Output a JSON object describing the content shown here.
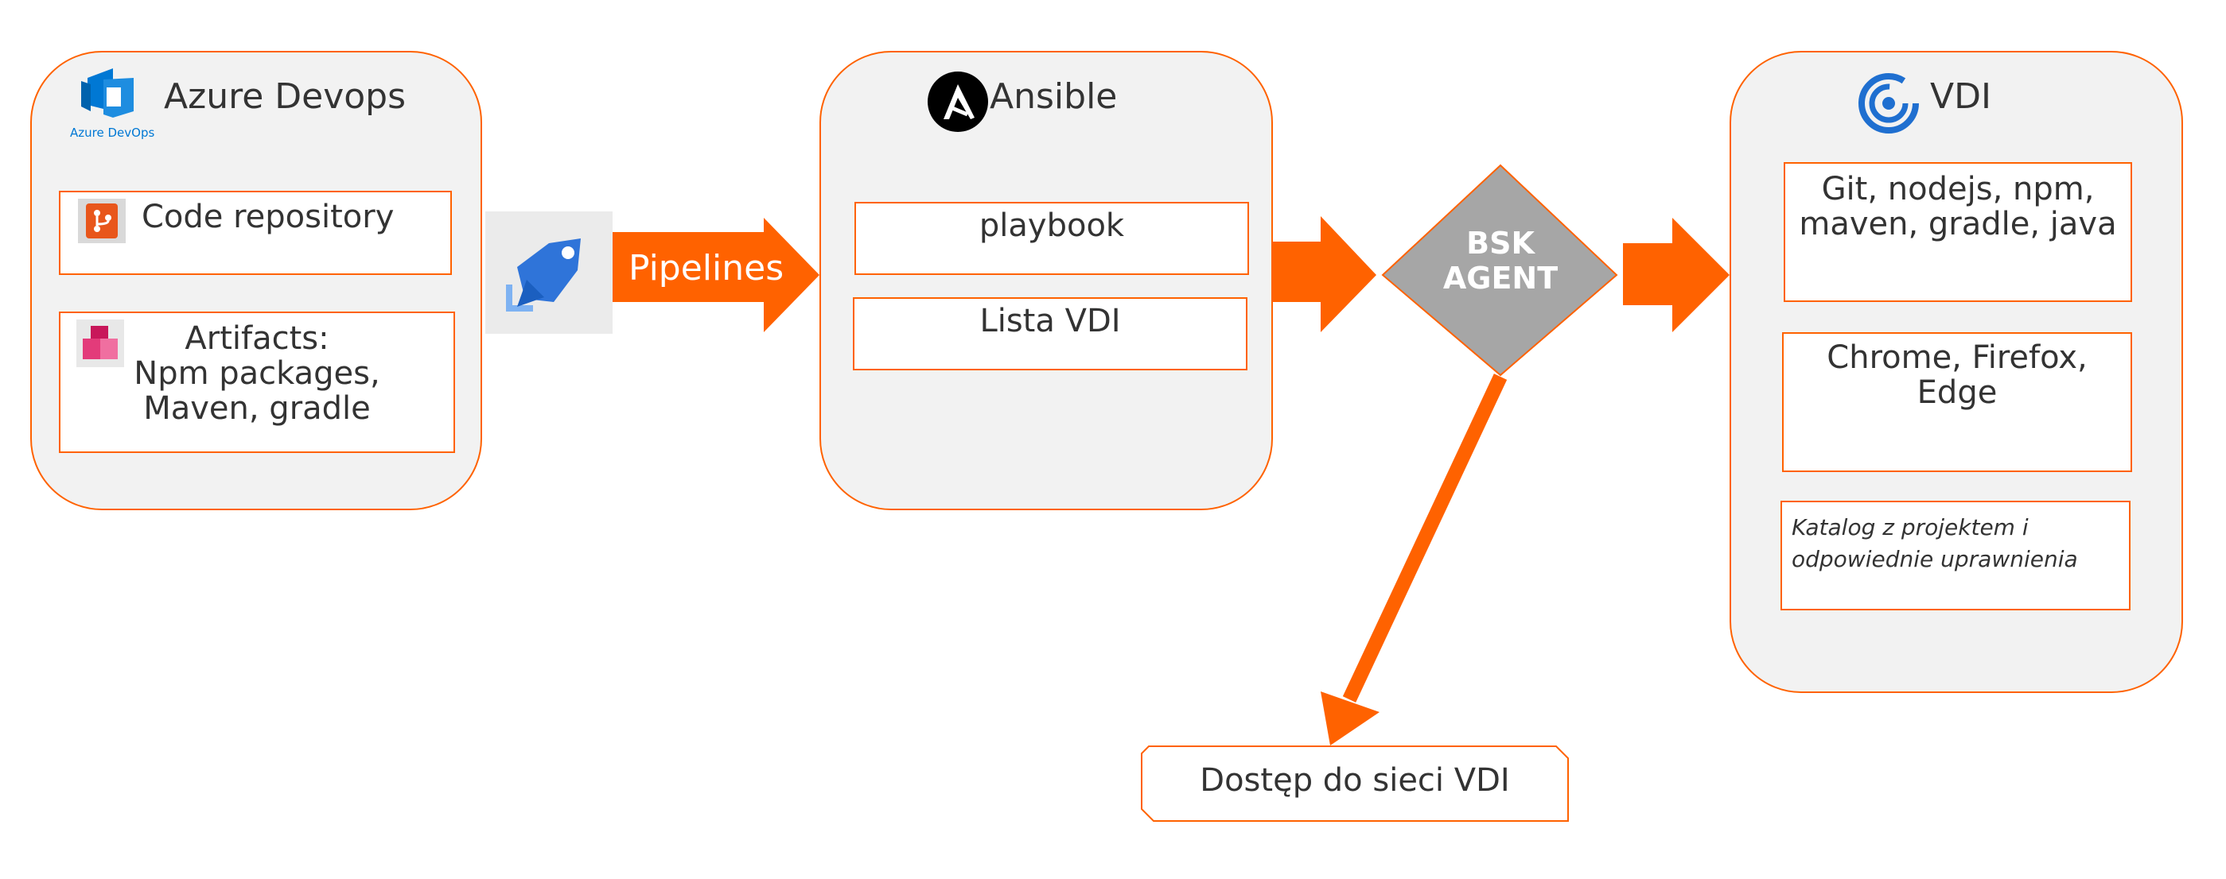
{
  "colors": {
    "accent": "#ff6200",
    "group_fill": "#f2f2f2",
    "diamond": "#a6a6a6",
    "text": "#333333",
    "azure_blue": "#0078d4"
  },
  "azure": {
    "title": "Azure Devops",
    "logo_caption": "Azure DevOps",
    "logo_icon": "azure-devops-icon",
    "code_repo": {
      "label": "Code repository",
      "icon": "repos-icon"
    },
    "artifacts": {
      "label": "Artifacts:\nNpm packages,\nMaven, gradle",
      "icon": "artifacts-icon"
    }
  },
  "pipelines": {
    "label": "Pipelines",
    "icon": "pipelines-icon"
  },
  "ansible": {
    "title": "Ansible",
    "logo_icon": "ansible-icon",
    "playbook": "playbook",
    "lista_vdi": "Lista VDI"
  },
  "bsk_agent": {
    "label": "BSK\nAGENT"
  },
  "vdi": {
    "title": "VDI",
    "logo_icon": "citrix-icon",
    "tools": "Git, nodejs, npm,\nmaven, gradle, java",
    "browsers": "Chrome, Firefox, Edge",
    "catalog": "Katalog z projektem i\nodpowiednie uprawnienia"
  },
  "network_access": {
    "label": "Dostęp do sieci VDI"
  }
}
